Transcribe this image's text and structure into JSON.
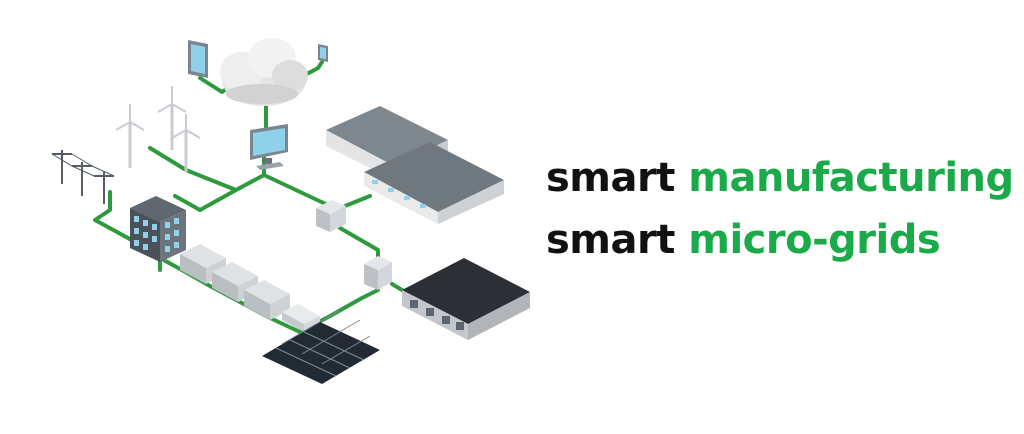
{
  "headline": {
    "line1": {
      "prefix": "smart",
      "highlight": "manufacturing"
    },
    "line2": {
      "prefix": "smart",
      "highlight": "micro-grids"
    }
  },
  "colors": {
    "text": "#111111",
    "accent_green": "#1aaa4a",
    "grid_line": "#2e9a3e"
  },
  "icons": [
    "tablet-icon",
    "cloud-icon",
    "phone-icon",
    "wind-turbine-icon",
    "power-pylon-icon",
    "monitor-icon",
    "office-building-icon",
    "factory-icon",
    "warehouse-icon",
    "inverter-cabinet-icon",
    "generator-icon",
    "battery-storage-icon",
    "solar-panel-icon"
  ]
}
